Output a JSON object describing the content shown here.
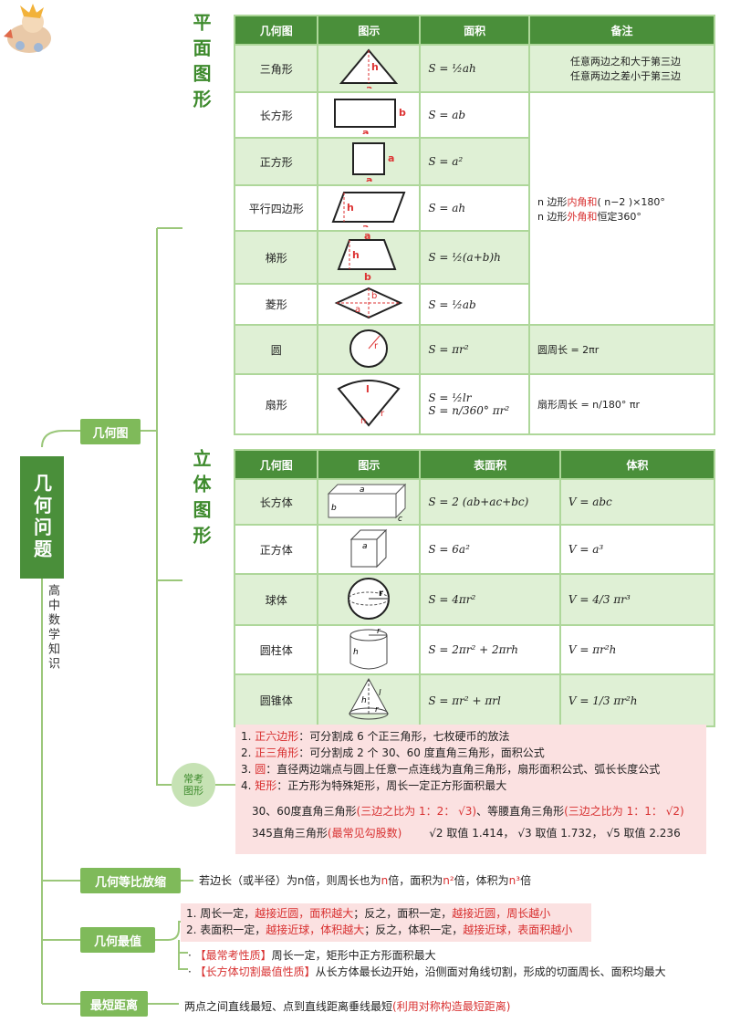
{
  "root": {
    "title": "几何问题",
    "subtitle": "高中数学知识"
  },
  "branches": {
    "geo": "几何图",
    "scale": "几何等比放缩",
    "max": "几何最值",
    "short": "最短距离",
    "common": "常考图形"
  },
  "plane": {
    "label": "平面图形",
    "headers": [
      "几何图",
      "图示",
      "面积",
      "备注"
    ],
    "rows": [
      {
        "name": "三角形",
        "formula": "S = ½ah"
      },
      {
        "name": "长方形",
        "formula": "S = ab"
      },
      {
        "name": "正方形",
        "formula": "S = a²"
      },
      {
        "name": "平行四边形",
        "formula": "S = ah"
      },
      {
        "name": "梯形",
        "formula": "S = ½(a+b)h"
      },
      {
        "name": "菱形",
        "formula": "S = ½ab"
      },
      {
        "name": "圆",
        "formula": "S = πr²"
      },
      {
        "name": "扇形",
        "formula": "S = ½lr",
        "formula2": "S = n/360° πr²"
      }
    ],
    "note_tri1": "任意两边之和大于第三边",
    "note_tri2": "任意两边之差小于第三边",
    "note_poly1a": "n 边形",
    "note_poly1b": "内角和",
    "note_poly1c": "( n−2 )×180°",
    "note_poly2a": "n 边形",
    "note_poly2b": "外角和",
    "note_poly2c": "恒定360°",
    "note_circle": "圆周长 = 2πr",
    "note_sector": "扇形周长 = n/180° πr"
  },
  "solid": {
    "label": "立体图形",
    "headers": [
      "几何图",
      "图示",
      "表面积",
      "体积"
    ],
    "rows": [
      {
        "name": "长方体",
        "surface": "S = 2 (ab+ac+bc)",
        "volume": "V = abc"
      },
      {
        "name": "正方体",
        "surface": "S = 6a²",
        "volume": "V = a³"
      },
      {
        "name": "球体",
        "surface": "S = 4πr²",
        "volume": "V = 4/3 πr³"
      },
      {
        "name": "圆柱体",
        "surface": "S = 2πr² + 2πrh",
        "volume": "V = πr²h"
      },
      {
        "name": "圆锥体",
        "surface": "S = πr² + πrl",
        "volume": "V = 1/3 πr²h"
      }
    ]
  },
  "common": {
    "l1a": "1. ",
    "l1b": "正六边形",
    "l1c": "：可分割成 6 个正三角形，七枚硬币的放法",
    "l2a": "2. ",
    "l2b": "正三角形",
    "l2c": "：可分割成 2 个 30、60 度直角三角形，面积公式",
    "l3a": "3. ",
    "l3b": "圆",
    "l3c": "：直径两边端点与圆上任意一点连线为直角三角形，扇形面积公式、弧长长度公式",
    "l4a": "4. ",
    "l4b": "矩形",
    "l4c": "：正方形为特殊矩形，周长一定正方形面积最大",
    "r1a": "30、60度直角三角形",
    "r1b": "(三边之比为 1：2： √3)",
    "r1c": "、等腰直角三角形",
    "r1d": "(三边之比为 1：1： √2)",
    "r2a": "345直角三角形",
    "r2b": "(最常见勾股数)",
    "r2c": "√2 取值 1.414， √3 取值 1.732， √5 取值 2.236"
  },
  "scale": {
    "a": "若边长（或半径）为n倍，则周长也为",
    "b": "n",
    "c": "倍，面积为",
    "d": "n²",
    "e": "倍，体积为",
    "f": "n³",
    "g": "倍"
  },
  "max": {
    "b1a": "1. 周长一定，",
    "b1b": "越接近圆，面积越大",
    "b1c": "；反之，面积一定，",
    "b1d": "越接近圆，周长越小",
    "b2a": "2. 表面积一定，",
    "b2b": "越接近球，体积越大",
    "b2c": "；反之，体积一定，",
    "b2d": "越接近球，表面积越小",
    "p1a": "【最常考性质】",
    "p1b": "周长一定，矩形中正方形面积最大",
    "p2a": "【长方体切割最值性质】",
    "p2b": "从长方体最长边开始，沿侧面对角线切割，形成的切面周长、面积均最大"
  },
  "short": {
    "a": "两点之间直线最短、点到直线距离垂线最短",
    "b": "(利用对称构造最短距离)"
  }
}
